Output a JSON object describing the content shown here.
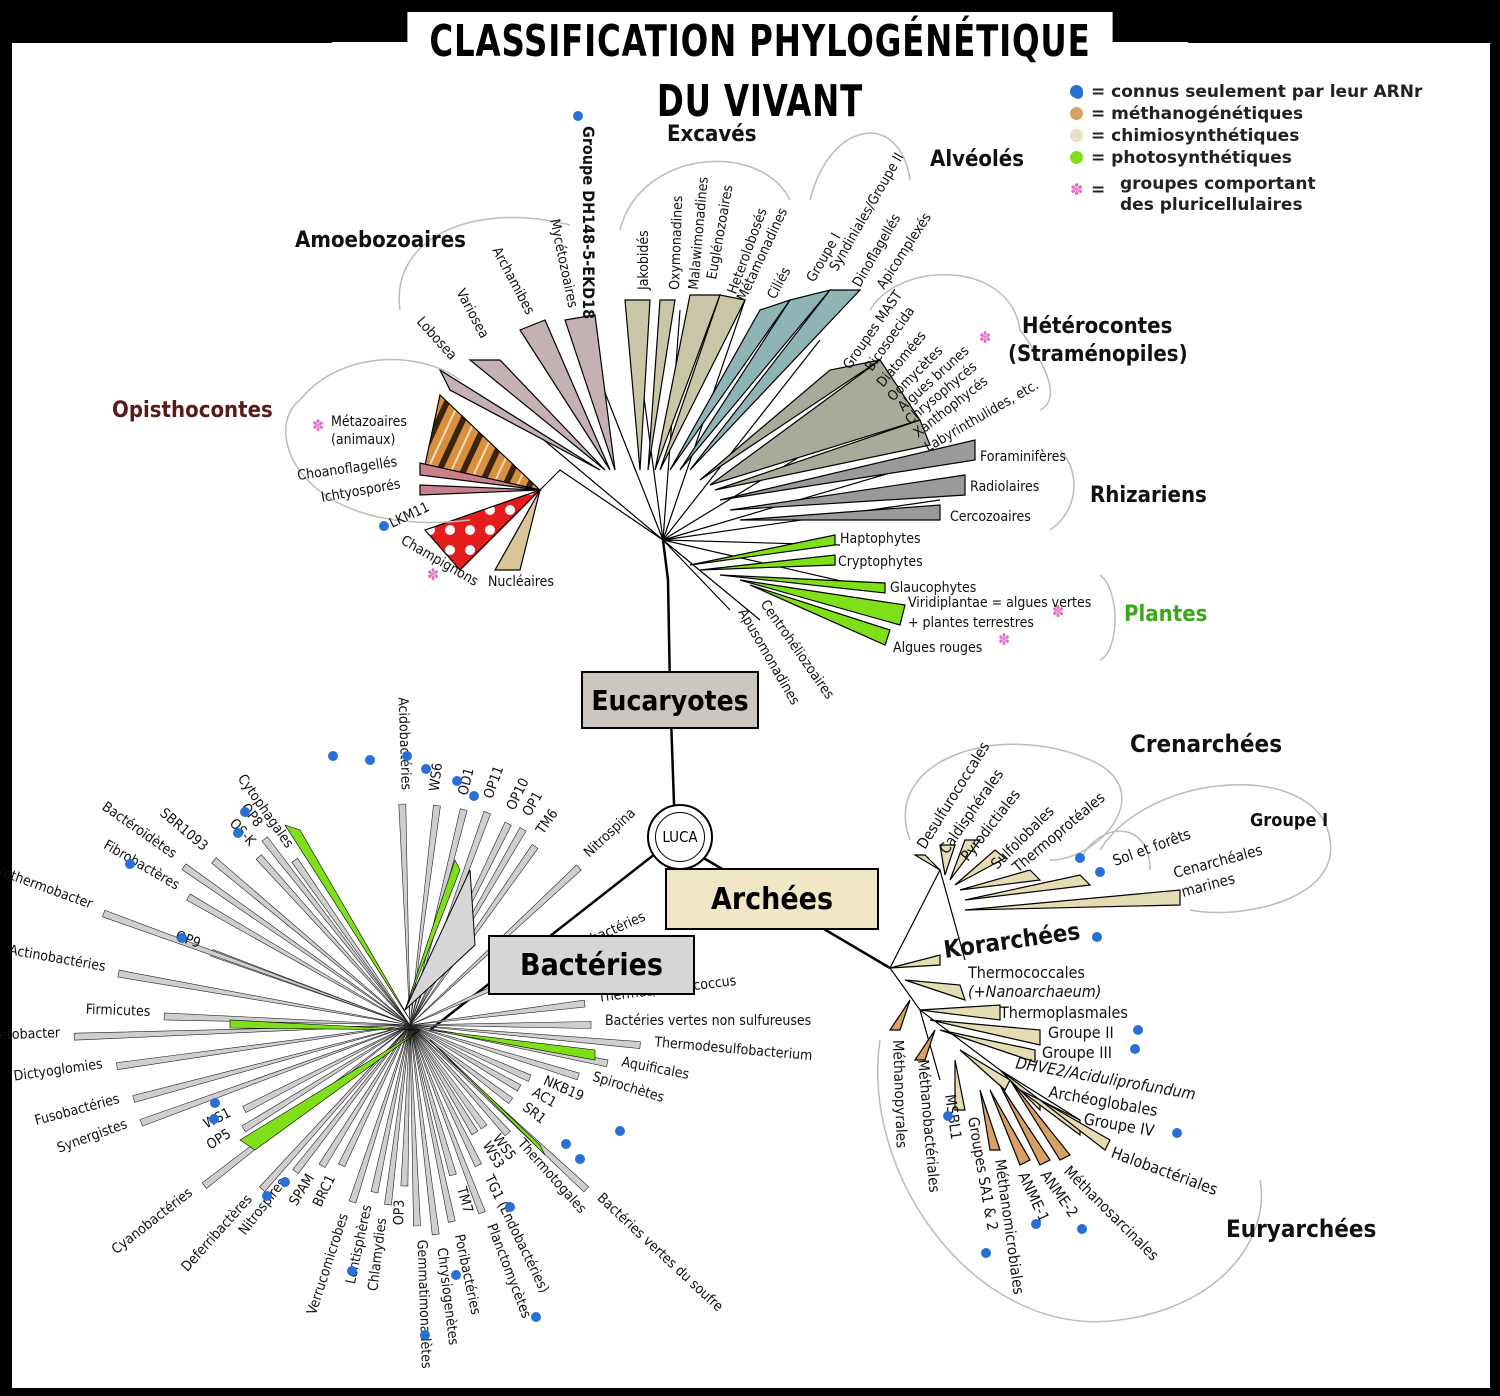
{
  "title": "CLASSIFICATION PHYLOGÉNÉTIQUE DU VIVANT",
  "legend": {
    "equals": "=",
    "items": [
      {
        "label": "connus seulement par leur ARNr",
        "color": "#2a6fd6",
        "type": "dot"
      },
      {
        "label": "méthanogénétiques",
        "color": "#d9a066",
        "type": "dot"
      },
      {
        "label": "chimiosynthétiques",
        "color": "#e6dfc8",
        "type": "dot"
      },
      {
        "label": "photosynthétiques",
        "color": "#7fe01a",
        "type": "dot"
      },
      {
        "label": "groupes comportant des pluricellulaires",
        "color": "#e070c8",
        "type": "star"
      }
    ]
  },
  "luca": "LUCA",
  "domains": {
    "eukaryotes": "Eucaryotes",
    "archaea": "Archées",
    "bacteria": "Bactéries"
  },
  "colors": {
    "metazoa": "#d38a40",
    "fungi": "#e41c1c",
    "opisthokont": "#c97f8c",
    "amoebozoa": "#c3b1b3",
    "excavates": "#c8c6a7",
    "alveolates": "#8fb4b6",
    "heterokonts": "#a9aa9a",
    "rhizaria": "#9a9a9a",
    "green": "#7fe01a",
    "archaea": "#e6dcb3",
    "methano": "#d9a066",
    "bacteria": "#cfcfcf",
    "rna_dot": "#2a6fd6",
    "star": "#e070c8",
    "box_eu": "#cbc7c0",
    "box_ar": "#efe7c5",
    "box_ba": "#d6d6d6"
  },
  "eukaryotes": {
    "groups": {
      "opisthokonts": "Opisthocontes",
      "amoebozoa": "Amoebozoaires",
      "excavates": "Excavés",
      "alveolates": "Alvéolés",
      "heterokonts": "Hétérocontes",
      "heterokonts2": "(Straménopiles)",
      "rhizaria": "Rhizariens",
      "plants": "Plantes"
    },
    "taxa": {
      "metazoa": "Métazoaires",
      "metazoa2": "(animaux)",
      "choano": "Choanoflagellés",
      "ichthyo": "Ichtyosporés",
      "lkm11": "LKM11",
      "fungi": "Champignons",
      "nucleariids": "Nucléaires",
      "lobosea": "Lobosea",
      "variosea": "Variosea",
      "archamibes": "Archamibes",
      "myceto": "Mycétozoaires",
      "dh148": "Groupe DH148-5-EKD18",
      "jakob": "Jakobidés",
      "oxym": "Oxymonadines",
      "malaw": "Malawimonadines",
      "eugleno": "Euglénozoaires",
      "heterolo": "Heterolobosés",
      "metamon": "Métamonadines",
      "cilies": "Ciliés",
      "groupe1": "Groupe I",
      "syndin": "Syndiniales/Groupe II",
      "dino": "Dinoflagellés",
      "apicomp": "Apicomplexés",
      "mast": "Groupes MAST",
      "bicoso": "Bicosoecida",
      "diatom": "Diatomées",
      "oomyc": "Oomycètes",
      "brunes": "Algues brunes",
      "chryso": "Chrysophycés",
      "xantho": "Xanthophycés",
      "labyr": "Labyrinthulides, etc.",
      "foram": "Foraminifères",
      "radio": "Radiolaires",
      "cercoz": "Cercozoaires",
      "hapto": "Haptophytes",
      "crypto": "Cryptophytes",
      "glauco": "Glaucophytes",
      "viridi": "Viridiplantae = algues vertes",
      "viridi2": "+ plantes terrestres",
      "rouges": "Algues rouges",
      "centro": "Centrohéliozoaires",
      "apuso": "Apusomonadines"
    }
  },
  "archaea": {
    "groups": {
      "crenarchaeota": "Crenarchées",
      "korarchaeota": "Korarchées",
      "euryarchaeota": "Euryarchées",
      "groupe1": "Groupe I"
    },
    "taxa": {
      "desulfuro": "Desulfurococcales",
      "caldis": "Caldisphérales",
      "pyrodict": "Pyrodictiales",
      "sulfolob": "Sulfolobales",
      "thermoprot": "Thermoprotéales",
      "sol": "Sol et forêts",
      "cenarch": "Cenarchéales",
      "marines": "marines",
      "thermococ": "Thermococcales",
      "nanoarch": "(+Nanoarchaeum)",
      "thermoplas": "Thermoplasmales",
      "gII": "Groupe II",
      "gIII": "Groupe III",
      "dhve2": "DHVE2/Aciduliprofundum",
      "archeoglob": "Archéoglobales",
      "gIV": "Groupe IV",
      "halobac": "Halobactériales",
      "methanosarc": "Méthanosarcinales",
      "anme2": "ANME-2",
      "anme1": "ANME-1",
      "methanomicro": "Méthanomicrobiales",
      "sa12": "Groupes SA1 & 2",
      "msbl1": "MSBL1",
      "methanobac": "Méthanobactériales",
      "methanopyr": "Méthanopyrales"
    }
  },
  "bacteria": {
    "taxa": {
      "acido": "Acidobactéries",
      "ws6": "WS6",
      "od1": "OD1",
      "op11": "OP11",
      "op10": "OP10",
      "op1": "OP1",
      "tm6": "TM6",
      "nitrospina": "Nitrospina",
      "proteo": "Proteobactéries",
      "op8": "OP8",
      "osk": "OS-K",
      "cytoph": "Cytophagales",
      "bacteroid": "Bactéroïdètes",
      "sbr": "SBR1093",
      "fibro": "Fibrobactères",
      "op9": "OP9",
      "copro": "Coprothermobacter",
      "actino": "Actinobactéries",
      "firmi": "Firmicutes",
      "thermoan": "Thermoanaerobacter",
      "dictyo": "Dictyoglomies",
      "fuso": "Fusobactéries",
      "synerg": "Synergistes",
      "ws1": "WS1",
      "op5": "OP5",
      "cyano": "Cyanobactéries",
      "deferri": "Deferribactères",
      "nitrospir": "Nitrospires",
      "spam": "SPAM",
      "brc1": "BRC1",
      "verruco": "Verrucomicrobes",
      "lentis": "Lentisphères",
      "chlamy": "Chlamydies",
      "op3": "OP3",
      "gemma": "Gemmatimonadètes",
      "chryso": "Chrysiogenètes",
      "pori": "Poribactéries",
      "tm7": "TM7",
      "plancto": "Planctomycètes",
      "tg1": "TG1 (Endobactéries)",
      "ws3": "WS3",
      "ws5": "WS5",
      "thermotog": "Thermotogales",
      "soufre": "Bactéries vertes du soufre",
      "sr1": "SR1",
      "ac1": "AC1",
      "nkb19": "NKB19",
      "spiro": "Spirochètes",
      "aquif": "Aquificales",
      "thermodes": "Thermodesulfobacterium",
      "nonsulf": "Bactéries vertes non sulfureuses",
      "thermus": "Thermus/Deinococcus"
    }
  }
}
